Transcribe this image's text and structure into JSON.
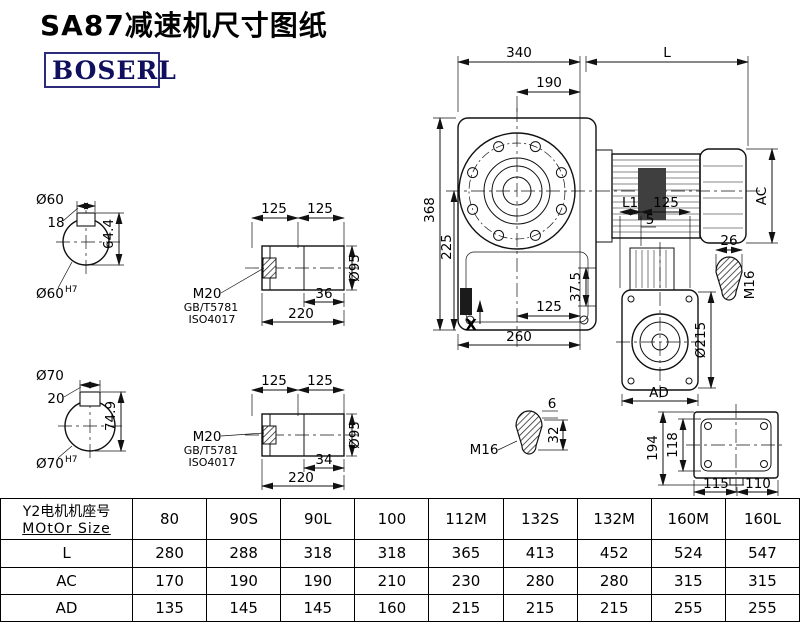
{
  "page": {
    "title": "SA87减速机尺寸图纸",
    "brand": "BOSERL"
  },
  "dims": {
    "d340": "340",
    "dL": "L",
    "d190": "190",
    "d368": "368",
    "d225": "225",
    "d375": "37.5",
    "d125": "125",
    "d260": "260",
    "dAC": "AC",
    "dX": "X",
    "s60_label": "Ø60",
    "s60_18": "18",
    "s60_644": "64.4",
    "s60_fit": "Ø60",
    "s60_fit_sup": "H7",
    "s70_label": "Ø70",
    "s70_20": "20",
    "s70_749": "74.9",
    "s70_fit": "Ø70",
    "s70_fit_sup": "H7",
    "sh1_125a": "125",
    "sh1_125b": "125",
    "sh1_m20": "M20",
    "sh1_gb": "GB/T5781",
    "sh1_iso": "ISO4017",
    "sh1_36": "36",
    "sh1_220": "220",
    "sh1_d95": "Ø95",
    "sh2_125a": "125",
    "sh2_125b": "125",
    "sh2_m20": "M20",
    "sh2_gb": "GB/T5781",
    "sh2_iso": "ISO4017",
    "sh2_34": "34",
    "sh2_220": "220",
    "sh2_d95": "Ø95",
    "sv_L1": "L1",
    "sv_125": "125",
    "sv_5": "5",
    "sv_26": "26",
    "sv_m16": "M16",
    "sv_d215": "Ø215",
    "sv_AD": "AD",
    "bm_6": "6",
    "bm_32": "32",
    "bm_m16": "M16",
    "rv_194": "194",
    "rv_118": "118",
    "rv_115": "115",
    "rv_110": "110"
  },
  "table": {
    "header_label_line1": "Y2电机机座号",
    "header_label_line2": "MOtOr Size",
    "motor_sizes": [
      "80",
      "90S",
      "90L",
      "100",
      "112M",
      "132S",
      "132M",
      "160M",
      "160L"
    ],
    "rows": [
      {
        "label": "L",
        "values": [
          "280",
          "288",
          "318",
          "318",
          "365",
          "413",
          "452",
          "524",
          "547"
        ]
      },
      {
        "label": "AC",
        "values": [
          "170",
          "190",
          "190",
          "210",
          "230",
          "280",
          "280",
          "315",
          "315"
        ]
      },
      {
        "label": "AD",
        "values": [
          "135",
          "145",
          "145",
          "160",
          "215",
          "215",
          "215",
          "255",
          "255"
        ]
      }
    ]
  }
}
